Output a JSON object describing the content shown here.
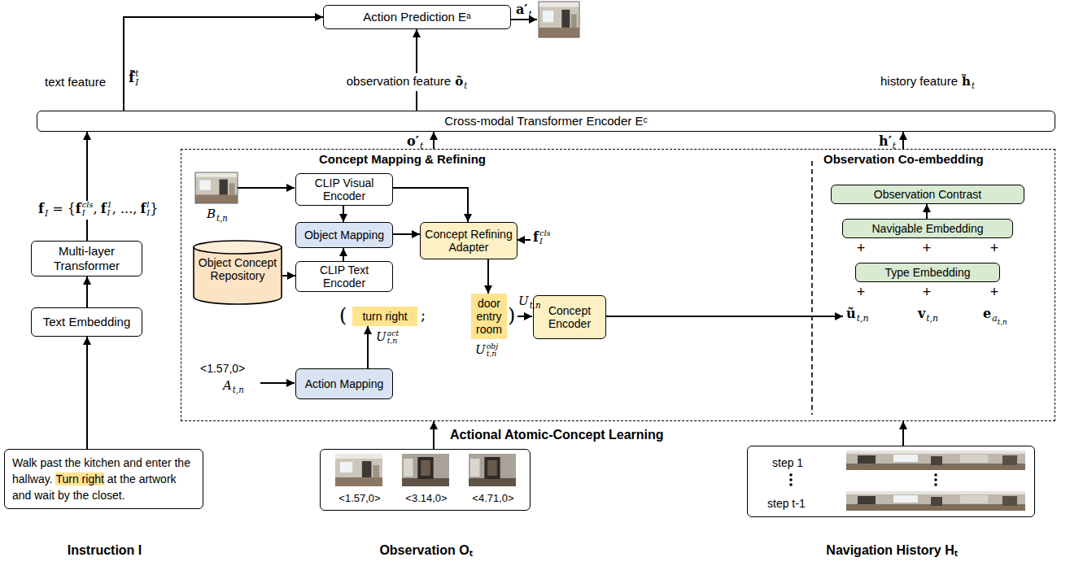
{
  "diagram": {
    "nodes": [
      {
        "text": [
          "Action Prediction Eᵃ"
        ]
      },
      {
        "text": [
          "Cross-modal Transformer Encoder Eᶜ"
        ]
      },
      {
        "text": [
          "Multi-layer Transformer"
        ]
      },
      {
        "text": [
          "Text Embedding"
        ]
      },
      {
        "text": [
          "Walk past the kitchen and enter the hallway.",
          "Turn right",
          "at the artwork and wait by the closet.",
          "Instruction I"
        ]
      },
      {
        "text": [
          "Actional Atomic-Concept Learning"
        ]
      },
      {
        "text": [
          "CLIP Visual Encoder"
        ],
        "in": 5
      },
      {
        "text": [
          "Object Mapping"
        ],
        "in": 5
      },
      {
        "text": [
          "Concept Refining Adapter"
        ],
        "in": 5
      },
      {
        "text": [
          "Object Concept Repository"
        ],
        "in": 5
      },
      {
        "text": [
          "CLIP Text Encoder"
        ],
        "in": 5
      },
      {
        "text": [
          "turn right"
        ],
        "in": 5
      },
      {
        "text": [
          "door entry room"
        ],
        "in": 5
      },
      {
        "text": [
          "Concept Encoder"
        ],
        "in": 5
      },
      {
        "text": [
          "Action Mapping"
        ],
        "in": 5
      },
      {
        "text": [
          "Observation Contrast"
        ],
        "in": 5
      },
      {
        "text": [
          "Navigable Embedding"
        ],
        "in": 5
      },
      {
        "text": [
          "Type Embedding"
        ],
        "in": 5
      },
      {
        "text": [
          "<1.57,0>",
          "<3.14,0>",
          "<4.71,0>",
          "Observation Oₜ"
        ]
      },
      {
        "text": [
          "step 1",
          "step t-1",
          "Navigation History Hₜ"
        ]
      }
    ],
    "edges": [
      {
        "from": 1,
        "to": 0,
        "arrow": "to"
      },
      {
        "from": 1,
        "to": 0,
        "arrow": "to"
      },
      {
        "from": 5,
        "to": 1,
        "arrow": "to"
      },
      {
        "from": 5,
        "to": 1,
        "arrow": "to"
      },
      {
        "from": 2,
        "to": 1,
        "arrow": "to"
      },
      {
        "from": 3,
        "to": 2,
        "arrow": "to"
      },
      {
        "from": 4,
        "to": 3,
        "arrow": "to"
      },
      {
        "from": 6,
        "to": 7,
        "arrow": "to"
      },
      {
        "from": 6,
        "to": 8,
        "arrow": "to"
      },
      {
        "from": 7,
        "to": 8,
        "arrow": "to"
      },
      {
        "from": 9,
        "to": 10,
        "arrow": "to"
      },
      {
        "from": 10,
        "to": 7,
        "arrow": "to"
      },
      {
        "from": 8,
        "to": 12,
        "arrow": "to"
      },
      {
        "from": 14,
        "to": 11,
        "arrow": "to"
      },
      {
        "from": 16,
        "to": 15,
        "arrow": "to"
      },
      {
        "from": 18,
        "to": 5,
        "arrow": "to"
      },
      {
        "from": 19,
        "to": 5,
        "arrow": "to"
      }
    ],
    "labels": [
      "text feature",
      "f̃",
      "t",
      "I",
      "observation feature",
      "õ",
      "t",
      "history feature",
      "h̃",
      "t",
      "a′",
      "t",
      "o′",
      "t",
      "h′",
      "t",
      "f",
      "I",
      "= {",
      "f",
      "cls",
      "I",
      ",",
      "f",
      "1",
      "I",
      ", ...,",
      "f",
      "l",
      "I",
      "}",
      "Concept Mapping & Refining",
      "Observation Co-embedding",
      "B",
      "t,n",
      "f",
      "cls",
      "I",
      "(",
      ";",
      ")",
      "U",
      "act",
      "t,n",
      "U",
      "obj",
      "t,n",
      "U",
      "t,n",
      "<1.57,0>",
      "A",
      "t,n",
      "+",
      "+",
      "+",
      "+",
      "+",
      "+",
      "ũ",
      "t,n",
      "v",
      "t,n",
      "e",
      "a",
      "t,n"
    ]
  }
}
